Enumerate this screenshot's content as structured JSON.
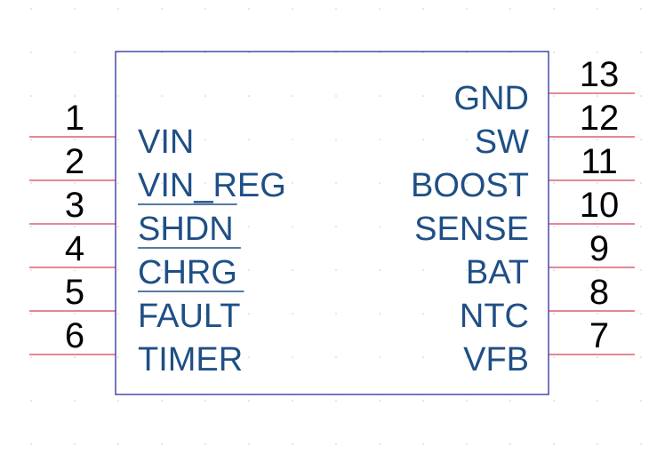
{
  "component": {
    "pins_left": [
      {
        "number": "1",
        "name": "VIN",
        "overbar": false
      },
      {
        "number": "2",
        "name": "VIN_REG",
        "overbar": false
      },
      {
        "number": "3",
        "name": "SHDN",
        "overbar": true
      },
      {
        "number": "4",
        "name": "CHRG",
        "overbar": true
      },
      {
        "number": "5",
        "name": "FAULT",
        "overbar": true
      },
      {
        "number": "6",
        "name": "TIMER",
        "overbar": false
      }
    ],
    "pins_right": [
      {
        "number": "13",
        "name": "GND",
        "overbar": false
      },
      {
        "number": "12",
        "name": "SW",
        "overbar": false
      },
      {
        "number": "11",
        "name": "BOOST",
        "overbar": false
      },
      {
        "number": "10",
        "name": "SENSE",
        "overbar": false
      },
      {
        "number": "9",
        "name": "BAT",
        "overbar": false
      },
      {
        "number": "8",
        "name": "NTC",
        "overbar": false
      },
      {
        "number": "7",
        "name": "VFB",
        "overbar": false
      }
    ]
  },
  "colors": {
    "body_outline": "#1a1a9a",
    "pin_line": "#c8102e",
    "pin_name": "#1f4f86",
    "pin_number": "#000000"
  }
}
